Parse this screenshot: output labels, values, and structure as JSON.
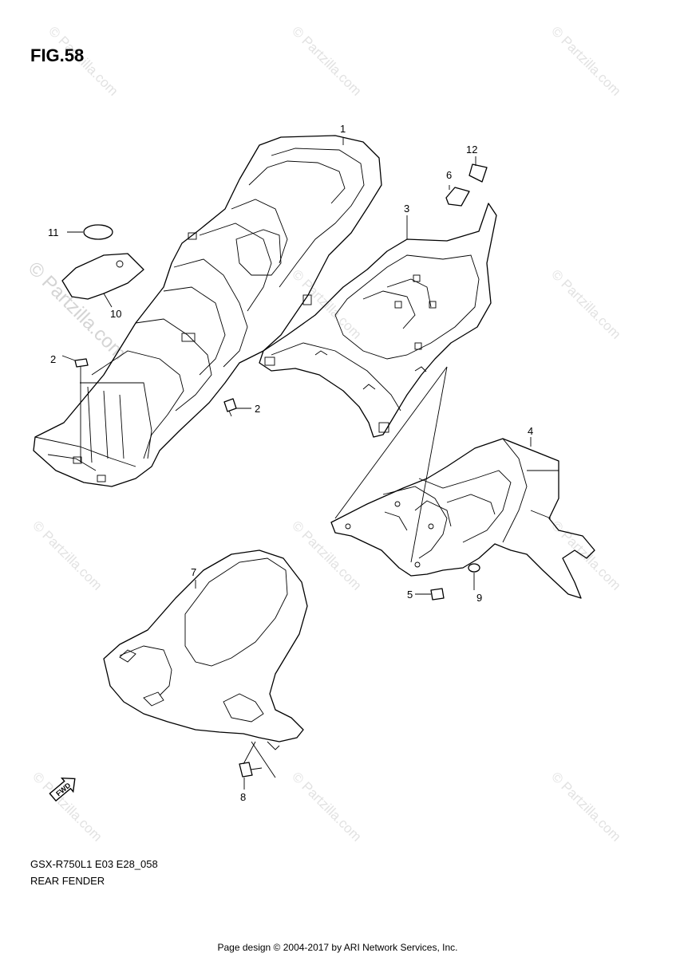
{
  "figure": {
    "title": "FIG.58",
    "model_code": "GSX-R750L1 E03 E28_058",
    "caption": "REAR FENDER",
    "credit": "Page design © 2004-2017 by ARI Network Services, Inc."
  },
  "watermark": {
    "small": "© Partzilla.com",
    "large": "© Partzilla.com"
  },
  "fwd_arrow": {
    "label": "FWD"
  },
  "callouts": {
    "c1": "1",
    "c2a": "2",
    "c2b": "2",
    "c3": "3",
    "c4": "4",
    "c5": "5",
    "c6": "6",
    "c7": "7",
    "c8": "8",
    "c9": "9",
    "c10": "10",
    "c11": "11",
    "c12": "12"
  }
}
